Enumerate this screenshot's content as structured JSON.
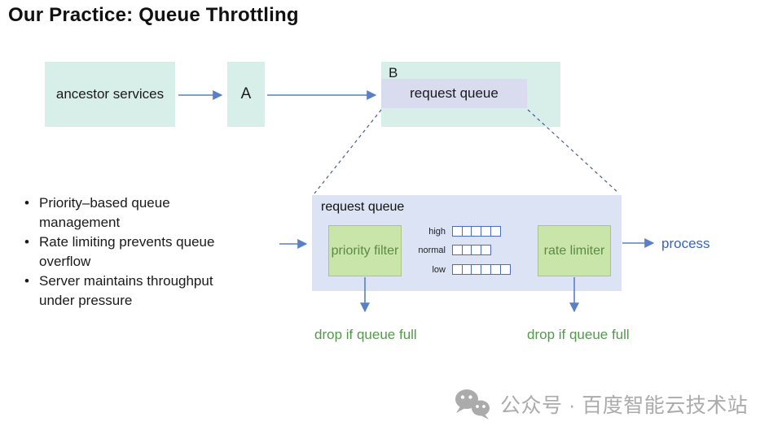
{
  "slide": {
    "title": "Our Practice: Queue Throttling"
  },
  "flow": {
    "ancestor_label": "ancestor services",
    "node_a_label": "A",
    "node_b_label": "B",
    "request_queue_label": "request queue"
  },
  "bullets": [
    "Priority–based queue management",
    "Rate limiting prevents queue overflow",
    "Server maintains throughput under pressure"
  ],
  "detail": {
    "title": "request queue",
    "priority_filter_label": "priority filter",
    "rate_limiter_label": "rate limiter",
    "queues": [
      {
        "label": "high",
        "slots": 5
      },
      {
        "label": "normal",
        "slots": 4
      },
      {
        "label": "low",
        "slots": 6
      }
    ],
    "process_label": "process",
    "drop_left_label": "drop if queue full",
    "drop_right_label": "drop if queue full"
  },
  "watermark": {
    "text": "公众号 · 百度智能云技术站"
  },
  "colors": {
    "mint_box": "#d8efe9",
    "lavender_band": "#d9dcee",
    "detail_bg": "#dce3f4",
    "green_fill": "#c9e5a9",
    "green_border": "#aac386",
    "green_text": "#5c8a46",
    "drop_text": "#55984d",
    "arrow_blue": "#5b7fc4",
    "dashed_line": "#4a5a8f",
    "process_text": "#3a64b8",
    "cell_border": "#4a6fbd",
    "watermark_gray": "#ababab"
  }
}
